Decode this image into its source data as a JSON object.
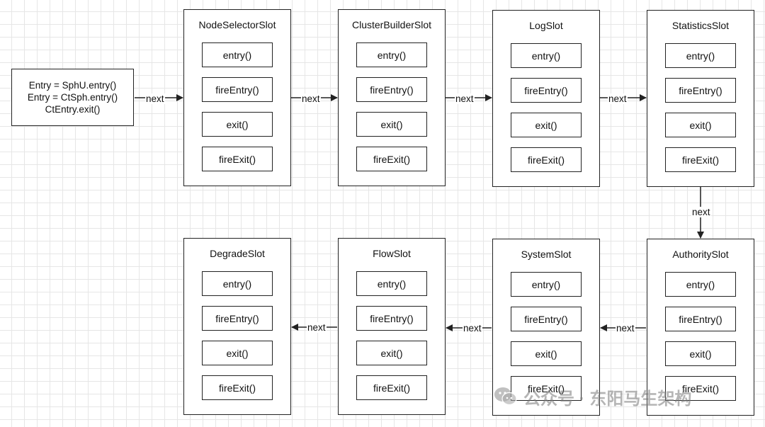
{
  "entry_box": {
    "lines": [
      "Entry = SphU.entry()",
      "Entry = CtSph.entry()",
      "CtEntry.exit()"
    ]
  },
  "connector_label": "next",
  "slots": [
    {
      "title": "NodeSelectorSlot",
      "methods": [
        "entry()",
        "fireEntry()",
        "exit()",
        "fireExit()"
      ]
    },
    {
      "title": "ClusterBuilderSlot",
      "methods": [
        "entry()",
        "fireEntry()",
        "exit()",
        "fireExit()"
      ]
    },
    {
      "title": "LogSlot",
      "methods": [
        "entry()",
        "fireEntry()",
        "exit()",
        "fireExit()"
      ]
    },
    {
      "title": "StatisticsSlot",
      "methods": [
        "entry()",
        "fireEntry()",
        "exit()",
        "fireExit()"
      ]
    },
    {
      "title": "AuthoritySlot",
      "methods": [
        "entry()",
        "fireEntry()",
        "exit()",
        "fireExit()"
      ]
    },
    {
      "title": "SystemSlot",
      "methods": [
        "entry()",
        "fireEntry()",
        "exit()",
        "fireExit()"
      ]
    },
    {
      "title": "FlowSlot",
      "methods": [
        "entry()",
        "fireEntry()",
        "exit()",
        "fireExit()"
      ]
    },
    {
      "title": "DegradeSlot",
      "methods": [
        "entry()",
        "fireEntry()",
        "exit()",
        "fireExit()"
      ]
    }
  ],
  "watermark": {
    "text": "公众号 · 东阳马生架构",
    "icon": "wechat-icon"
  },
  "colors": {
    "line": "#222222",
    "grid": "#e6e6e6",
    "watermark": "#9a9a9a"
  }
}
